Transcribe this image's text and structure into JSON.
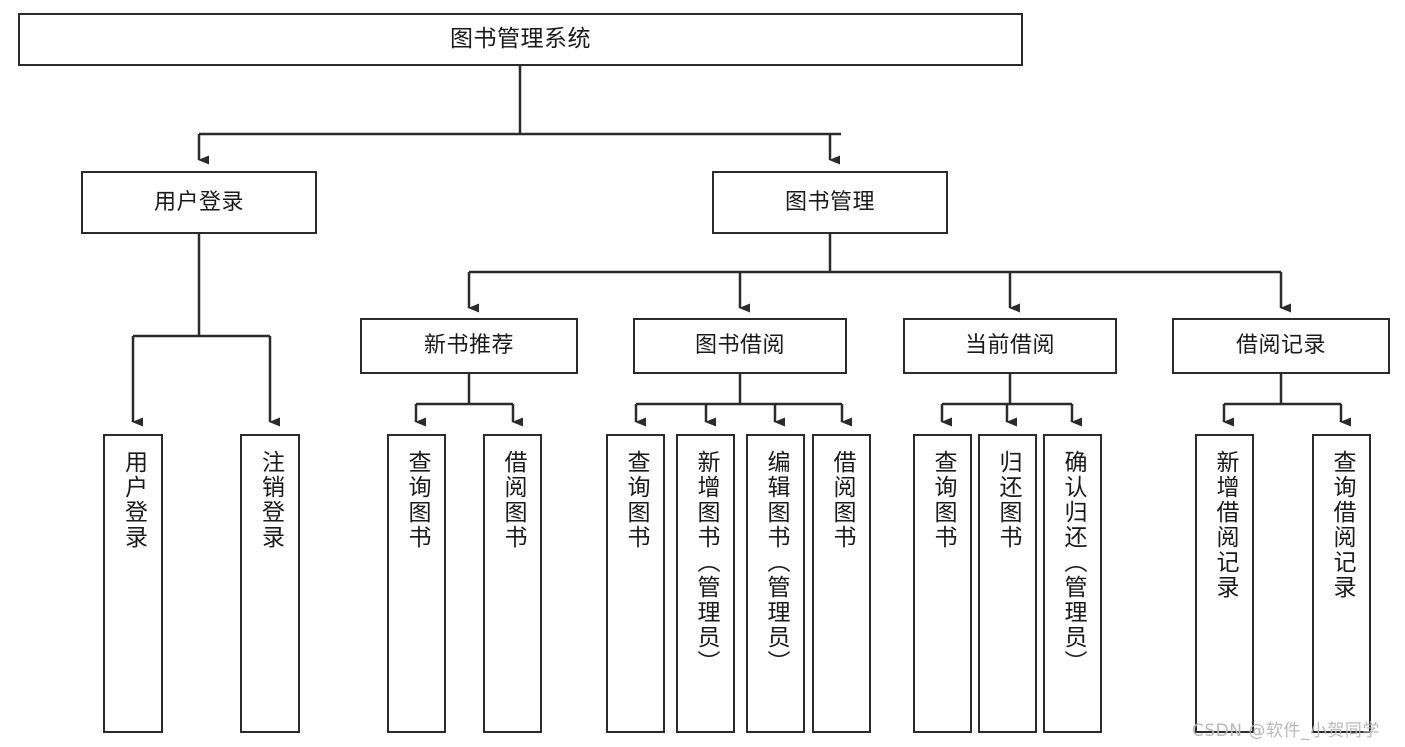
{
  "diagram": {
    "title": "图书管理系统",
    "watermark": "CSDN @软件_小贺同学",
    "colors": {
      "stroke": "#2b2b2b",
      "fill": "#ffffff",
      "text": "#1a1a1a",
      "watermark": "#b9b9b9"
    },
    "nodes": {
      "root": {
        "label": "图书管理系统"
      },
      "level1": [
        {
          "label": "用户登录"
        },
        {
          "label": "图书管理"
        }
      ],
      "level2": [
        {
          "label": "新书推荐"
        },
        {
          "label": "图书借阅"
        },
        {
          "label": "当前借阅"
        },
        {
          "label": "借阅记录"
        }
      ],
      "leaves": {
        "user_login": [
          {
            "label": "用户登录"
          },
          {
            "label": "注销登录"
          }
        ],
        "new_book_recommend": [
          {
            "label": "查询图书"
          },
          {
            "label": "借阅图书"
          }
        ],
        "book_borrow": [
          {
            "label": "查询图书"
          },
          {
            "label": "新增图书（管理员）"
          },
          {
            "label": "编辑图书（管理员）"
          },
          {
            "label": "借阅图书"
          }
        ],
        "current_borrow": [
          {
            "label": "查询图书"
          },
          {
            "label": "归还图书"
          },
          {
            "label": "确认归还（管理员）"
          }
        ],
        "borrow_record": [
          {
            "label": "新增借阅记录"
          },
          {
            "label": "查询借阅记录"
          }
        ]
      }
    }
  }
}
